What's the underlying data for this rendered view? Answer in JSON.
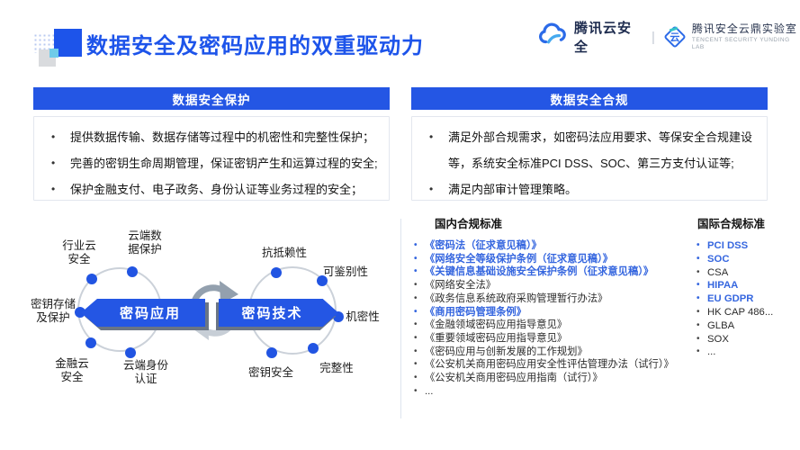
{
  "slide": {
    "title": "数据安全及密码应用的双重驱动力"
  },
  "brand": {
    "cloud_label": "腾讯云安全",
    "separator": "|",
    "lab_label": "腾讯安全云鼎实验室",
    "lab_sublabel": "TENCENT SECURITY YUNDING LAB",
    "diamond_glyph": "云"
  },
  "colors": {
    "primary_blue": "#2456e4",
    "title_blue": "#1d54ea",
    "highlight_blue": "#3566df",
    "circle_gray": "#cbd1d9"
  },
  "protection_panel": {
    "title": "数据安全保护",
    "bullets": [
      "提供数据传输、数据存储等过程中的机密性和完整性保护；",
      "完善的密钥生命周期管理，保证密钥产生和运算过程的安全;",
      "保护金融支付、电子政务、身份认证等业务过程的安全；"
    ]
  },
  "compliance_panel": {
    "title": "数据安全合规",
    "bullets": [
      "满足外部合规需求，如密码法应用要求、等保安全合规建设等，系统安全标准PCI DSS、SOC、第三方支付认证等;",
      "满足内部审计管理策略。"
    ]
  },
  "diagram": {
    "left_circle": {
      "center": "密码应用",
      "nodes": [
        "行业云\n安全",
        "云端数\n据保护",
        "密钥存储\n及保护",
        "金融云\n安全",
        "云端身份\n认证"
      ]
    },
    "right_circle": {
      "center": "密码技术",
      "nodes": [
        "抗抵赖性",
        "可鉴别性",
        "机密性",
        "完整性",
        "密钥安全"
      ]
    }
  },
  "domestic_standards": {
    "title": "国内合规标准",
    "items": [
      {
        "text": "《密码法（征求意见稿）》",
        "highlight": true
      },
      {
        "text": "《网络安全等级保护条例（征求意见稿）》",
        "highlight": true
      },
      {
        "text": "《关键信息基础设施安全保护条例（征求意见稿）》",
        "highlight": true
      },
      {
        "text": "《网络安全法》",
        "highlight": false
      },
      {
        "text": "《政务信息系统政府采购管理暂行办法》",
        "highlight": false
      },
      {
        "text": "《商用密码管理条例》",
        "highlight": true
      },
      {
        "text": "《金融领域密码应用指导意见》",
        "highlight": false
      },
      {
        "text": "《重要领域密码应用指导意见》",
        "highlight": false
      },
      {
        "text": "《密码应用与创新发展的工作规划》",
        "highlight": false
      },
      {
        "text": "《公安机关商用密码应用安全性评估管理办法（试行）》",
        "highlight": false
      },
      {
        "text": "《公安机关商用密码应用指南（试行）》",
        "highlight": false
      },
      {
        "text": "...",
        "highlight": false
      }
    ]
  },
  "international_standards": {
    "title": "国际合规标准",
    "items": [
      {
        "text": "PCI DSS",
        "highlight": true
      },
      {
        "text": "SOC",
        "highlight": true
      },
      {
        "text": "CSA",
        "highlight": false
      },
      {
        "text": "HIPAA",
        "highlight": true
      },
      {
        "text": "EU GDPR",
        "highlight": true
      },
      {
        "text": "HK CAP 486...",
        "highlight": false
      },
      {
        "text": "GLBA",
        "highlight": false
      },
      {
        "text": "SOX",
        "highlight": false
      },
      {
        "text": "...",
        "highlight": false
      }
    ]
  }
}
